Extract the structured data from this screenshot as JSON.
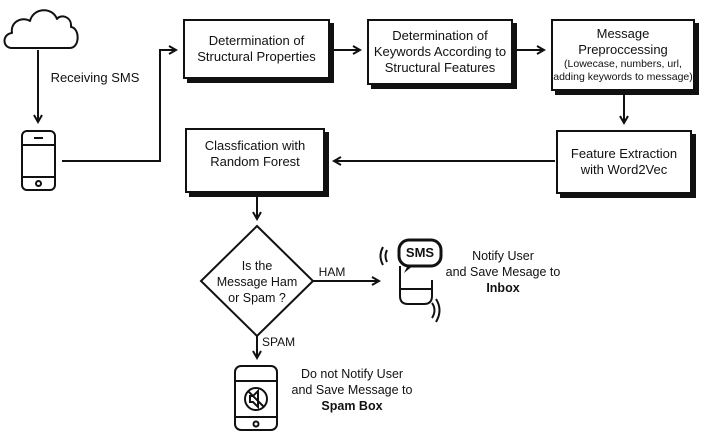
{
  "nodes": {
    "receive": {
      "label": "Receiving SMS"
    },
    "structural": {
      "label": "Determination of Structural Properties"
    },
    "keywords": {
      "label": "Determination of Keywords According to Structural Features"
    },
    "preprocess": {
      "title": "Message Preproccessing",
      "detail": "(Lowecase, numbers, url, adding keywords to message)"
    },
    "feature": {
      "label": "Feature Extraction with Word2Vec"
    },
    "classify": {
      "label": "Classfication with Random Forest"
    },
    "decision": {
      "line1": "Is the",
      "line2": "Message Ham",
      "line3": "or Spam ?"
    },
    "ham_edge": {
      "label": "HAM"
    },
    "spam_edge": {
      "label": "SPAM"
    },
    "notify": {
      "line1": "Notify User",
      "line2": "and Save Mesage to",
      "line3": "Inbox"
    },
    "spambox": {
      "line1": "Do not Notify User",
      "line2": "and Save Message to",
      "line3": "Spam Box"
    },
    "sms_bubble": {
      "text": "SMS"
    }
  },
  "icons": {
    "cloud": "cloud-icon",
    "phone": "smartphone-icon",
    "sms_phone": "sms-phone-icon",
    "muted_phone": "muted-phone-icon"
  },
  "colors": {
    "stroke": "#111111",
    "background": "#ffffff"
  }
}
